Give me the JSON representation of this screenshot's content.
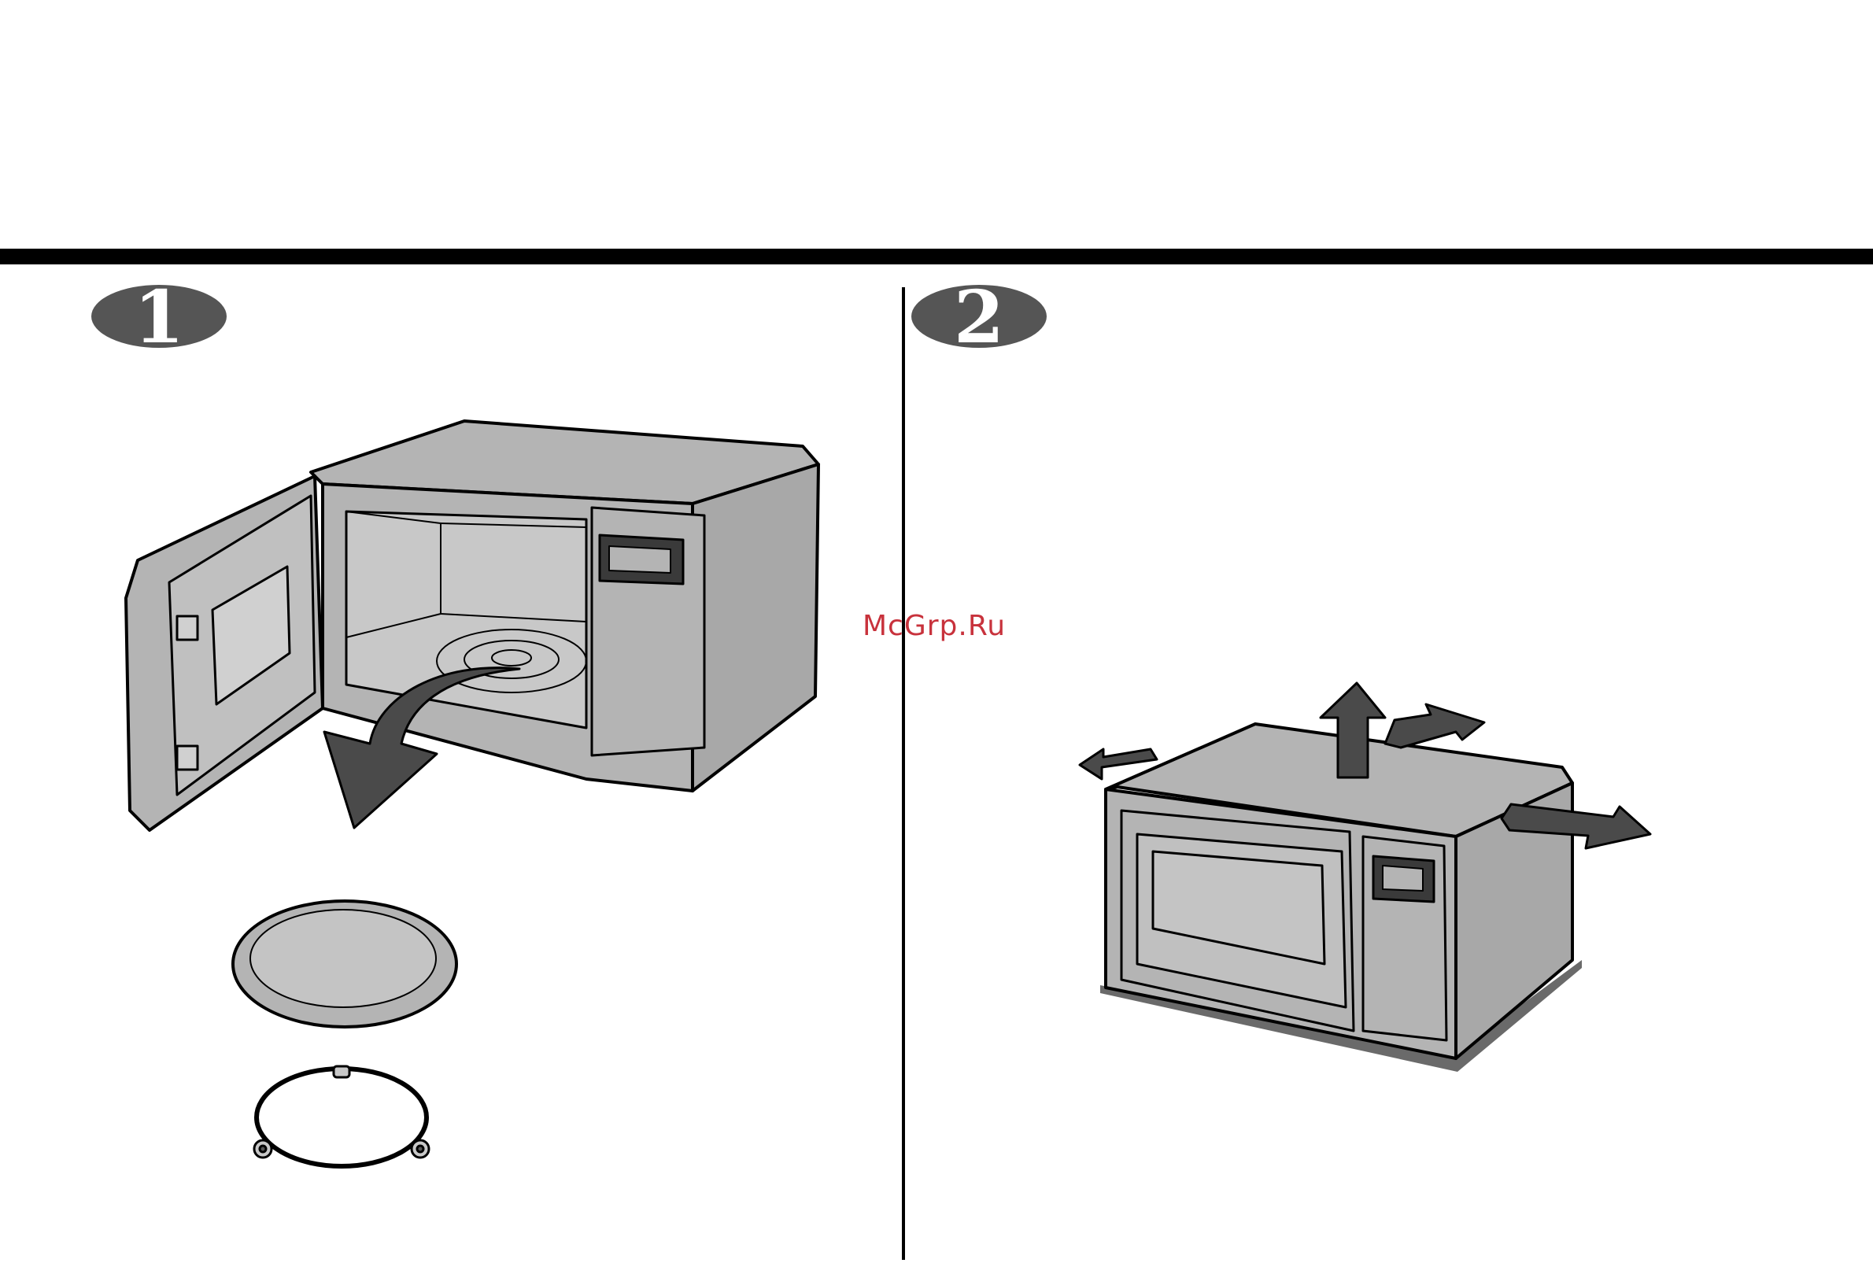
{
  "steps": [
    {
      "number": "1"
    },
    {
      "number": "2"
    }
  ],
  "watermark": {
    "text": "McGrp.Ru"
  },
  "colors": {
    "rule": "#000000",
    "badge": "#555555",
    "body_gray": "#b4b4b4",
    "dark_gray": "#4a4a4a",
    "watermark": "#c8323c"
  },
  "icons": {
    "step1_illustration": "microwave-open-door-remove-tray",
    "step2_illustration": "microwave-clearance-arrows"
  }
}
